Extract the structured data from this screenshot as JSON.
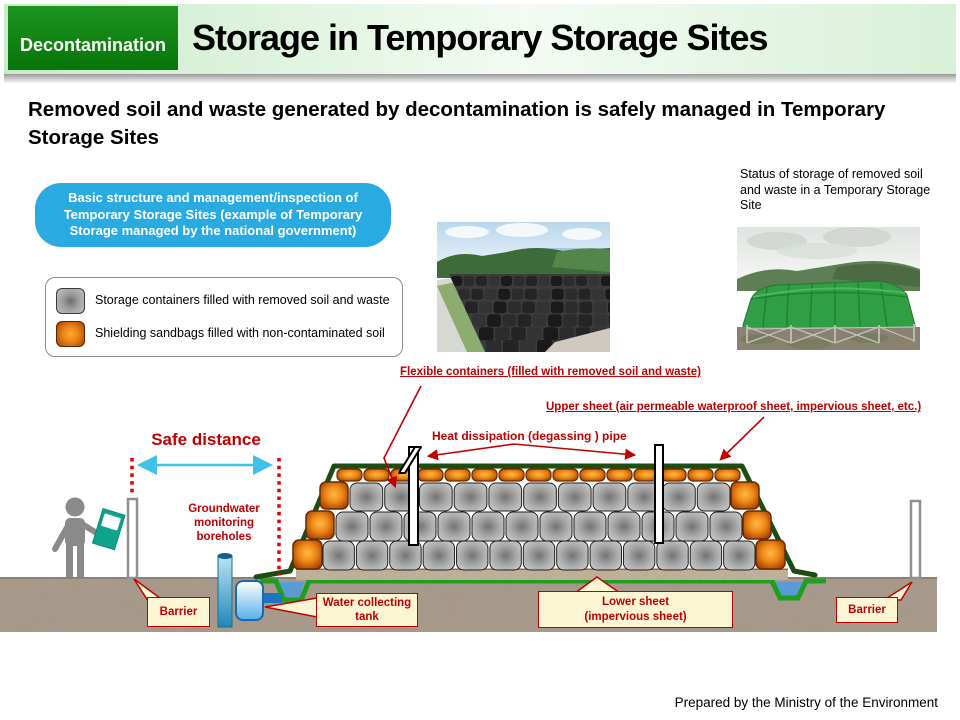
{
  "header": {
    "badge": "Decontamination",
    "title": "Storage in Temporary Storage Sites"
  },
  "intro": "Removed soil and waste generated by decontamination is safely managed in Temporary Storage Sites",
  "info_box": "Basic structure and management/inspection of Temporary Storage Sites (example of Temporary Storage managed by the national government)",
  "legend": {
    "items": [
      {
        "label": "Storage containers filled with removed soil and waste",
        "color": "#9e9e9e"
      },
      {
        "label": "Shielding sandbags filled with non-contaminated soil",
        "color": "#e07818"
      }
    ]
  },
  "photos": {
    "site_caption": "Status of storage of removed soil and waste in a Temporary Storage Site"
  },
  "diagram": {
    "flexible_containers": "Flexible containers (filled with removed soil and waste)",
    "upper_sheet": "Upper sheet (air permeable waterproof sheet, impervious sheet, etc.)",
    "heat_pipe": "Heat dissipation (degassing ) pipe",
    "safe_distance": "Safe distance",
    "groundwater": "Groundwater monitoring boreholes",
    "barrier_left": "Barrier",
    "barrier_right": "Barrier",
    "water_tank": "Water collecting tank",
    "lower_sheet": "Lower sheet (impervious sheet)",
    "colors": {
      "label_red": "#c00000",
      "upper_sheet_green": "#1c4e12",
      "lower_sheet_green": "#1f9e1f",
      "distance_arrow_cyan": "#3fc2e8",
      "callout_bg": "#fdf6d5",
      "container_gray": "#a8a8a8",
      "sandbag_orange": "#e07818"
    }
  },
  "footer": "Prepared by the Ministry of the Environment"
}
